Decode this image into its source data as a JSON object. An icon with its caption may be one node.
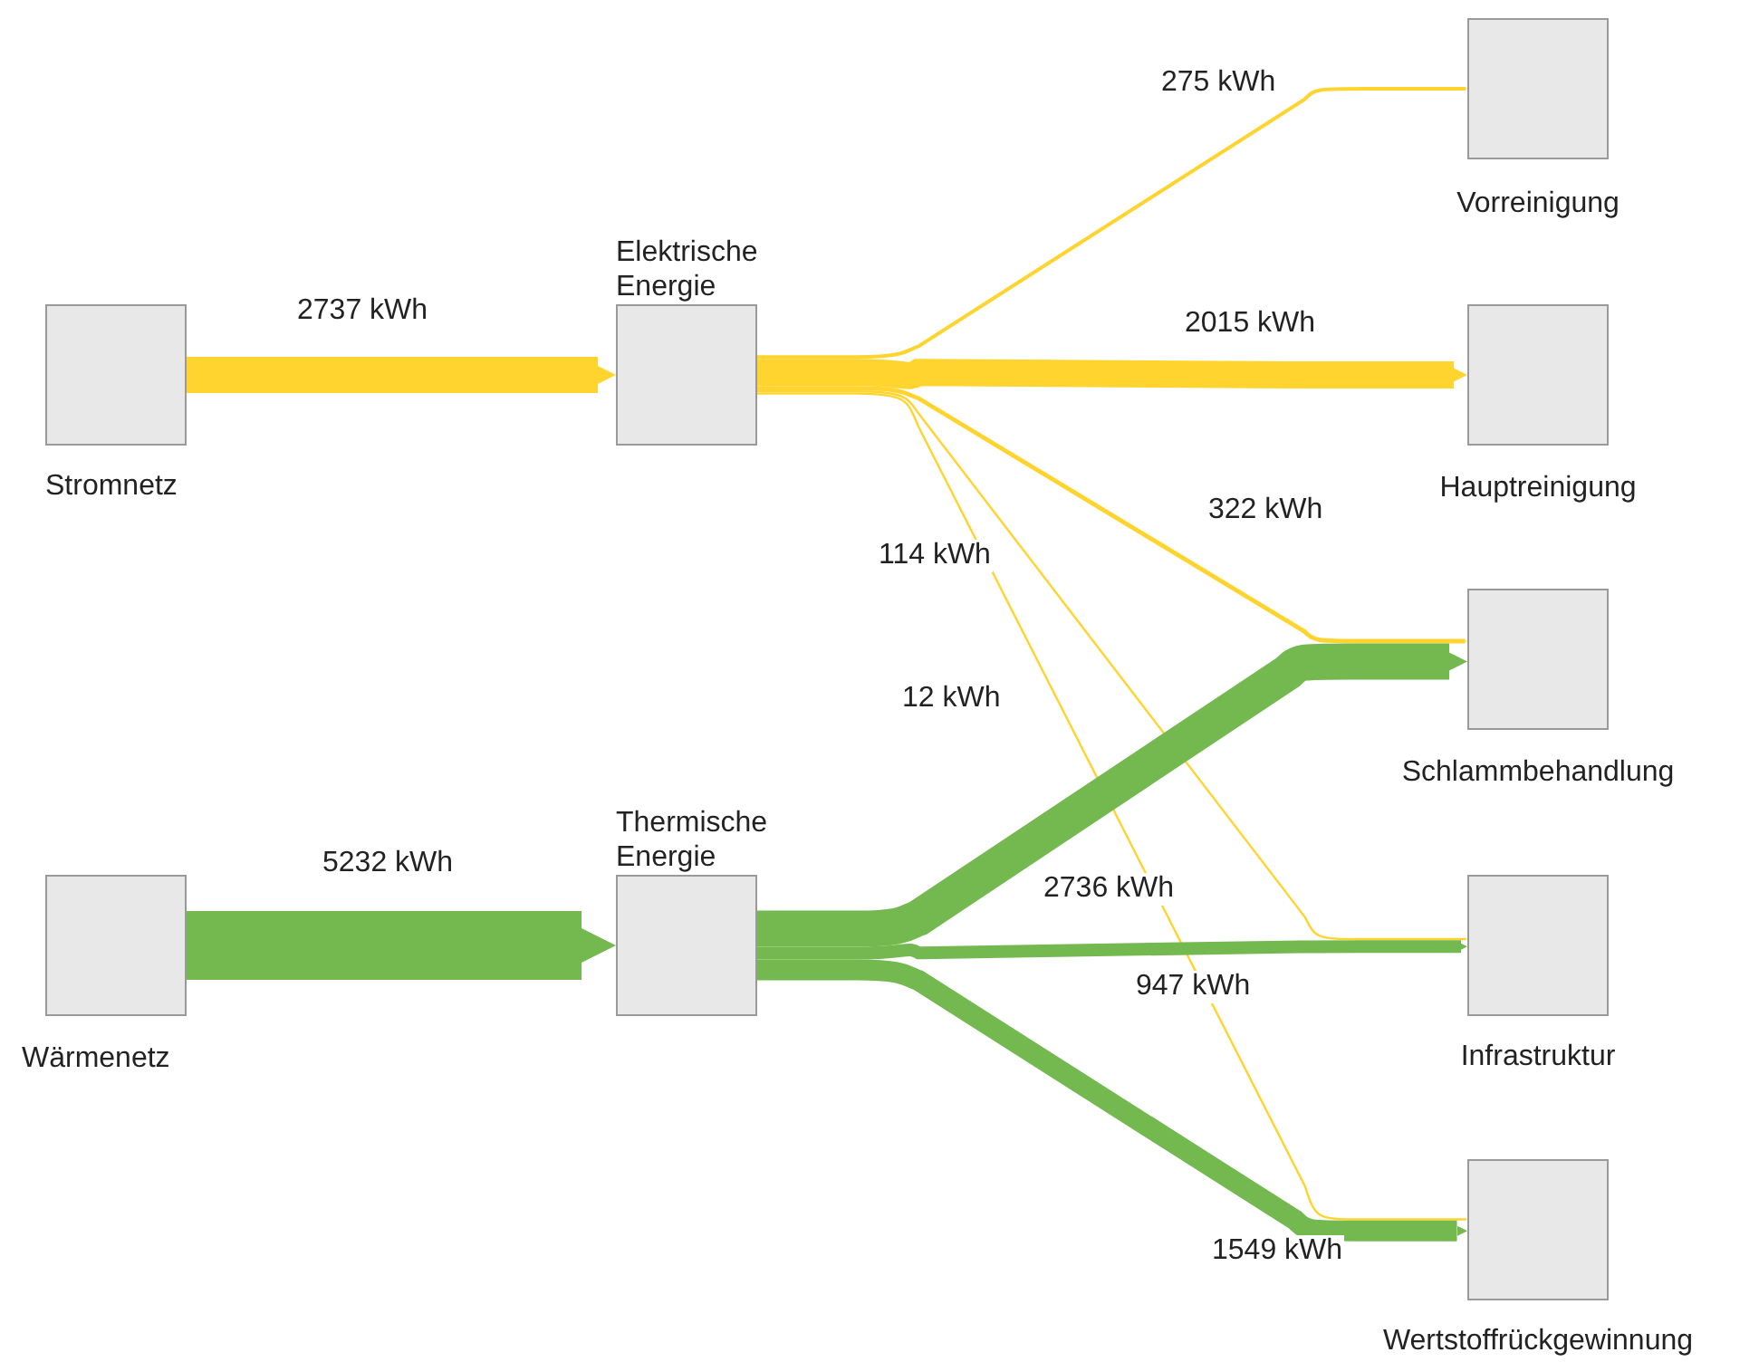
{
  "diagram": {
    "nodes": [
      {
        "text": [
          "Stromnetz"
        ]
      },
      {
        "text": [
          "Elektrische Energie"
        ]
      },
      {
        "text": [
          "Wärmenetz"
        ]
      },
      {
        "text": [
          "Thermische Energie"
        ]
      },
      {
        "text": [
          "Vorreinigung"
        ]
      },
      {
        "text": [
          "Hauptreinigung"
        ]
      },
      {
        "text": [
          "Schlammbehandlung"
        ]
      },
      {
        "text": [
          "Infrastruktur"
        ]
      },
      {
        "text": [
          "Wertstoffrückgewinnung"
        ]
      }
    ],
    "edges": [
      {
        "from": 0,
        "to": 1,
        "arrow": "to",
        "label": "2737 kWh",
        "style": "thick"
      },
      {
        "from": 1,
        "to": 4,
        "arrow": "to",
        "label": "275 kWh"
      },
      {
        "from": 1,
        "to": 5,
        "arrow": "to",
        "label": "2015 kWh",
        "style": "thick"
      },
      {
        "from": 1,
        "to": 6,
        "arrow": "to",
        "label": "322 kWh"
      },
      {
        "from": 1,
        "to": 7,
        "arrow": "to",
        "label": "114 kWh"
      },
      {
        "from": 1,
        "to": 8,
        "arrow": "to",
        "label": "12 kWh"
      },
      {
        "from": 2,
        "to": 3,
        "arrow": "to",
        "label": "5232 kWh",
        "color": "#74b94f",
        "style": "thick"
      },
      {
        "from": 3,
        "to": 6,
        "arrow": "to",
        "label": "2736 kWh",
        "color": "#74b94f",
        "style": "thick"
      },
      {
        "from": 3,
        "to": 7,
        "arrow": "to",
        "label": "947 kWh",
        "color": "#74b94f"
      },
      {
        "from": 3,
        "to": 8,
        "arrow": "to",
        "label": "1549 kWh",
        "color": "#74b94f"
      }
    ]
  }
}
